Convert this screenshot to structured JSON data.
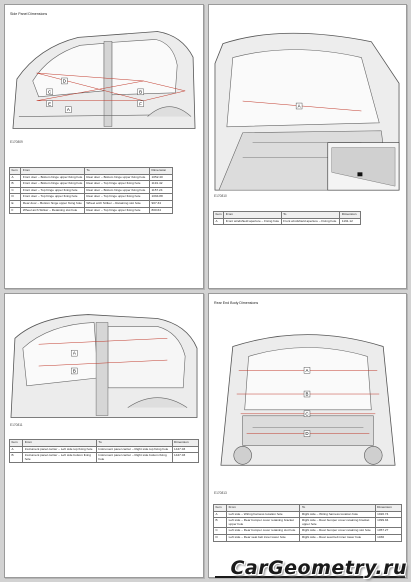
{
  "pages": [
    {
      "title": "Side Panel Dimensions",
      "figure_id": "E170809",
      "callouts": [
        "D",
        "C",
        "E",
        "A",
        "B",
        "F"
      ],
      "headers": [
        "Item",
        "From",
        "To",
        "Dimension"
      ],
      "rows": [
        [
          "A",
          "Front door – Bottom hinge upper fixing hole",
          "Rear door – Bottom hinge upper fixing hole",
          "1052.40"
        ],
        [
          "B",
          "Front door – Bottom hinge upper fixing hole",
          "Rear door – Top hinge upper fixing hole",
          "1191.42"
        ],
        [
          "C",
          "Front door – Top hinge upper fixing hole",
          "Rear door – Bottom hinge upper fixing hole",
          "1157.24"
        ],
        [
          "D",
          "Front door – Top hinge upper fixing hole",
          "Rear door – Top hinge upper fixing hole",
          "1094.88"
        ],
        [
          "E",
          "Rear door – Bottom hinge upper fixing hole",
          "Wheel arch Striker – Retaining slot hole",
          "907.34"
        ],
        [
          "F",
          "Wheel arch Striker – Retaining slot hole",
          "Rear door – Top hinge upper fixing hole",
          "800.64"
        ]
      ]
    },
    {
      "title": "",
      "figure_id": "E170810",
      "callouts": [
        "A"
      ],
      "headers": [
        "Item",
        "From",
        "To",
        "Dimension"
      ],
      "rows": [
        [
          "A",
          "Front windshield aperture – Fixing hole",
          "Front windshield aperture – Fixing hole",
          "1191.12"
        ]
      ]
    },
    {
      "title": "",
      "figure_id": "E170811",
      "callouts": [
        "A",
        "B"
      ],
      "headers": [
        "Item",
        "From",
        "To",
        "Dimension"
      ],
      "rows": [
        [
          "A",
          "Instrument panel carrier – Left side top fixing hole",
          "Instrument panel carrier – Right side top fixing hole",
          "1447.03"
        ],
        [
          "B",
          "Instrument panel carrier – Left side bottom fixing hole",
          "Instrument panel carrier – Right side bottom fixing hole",
          "1447.03"
        ]
      ]
    },
    {
      "title": "Rear End Body Dimensions",
      "figure_id": "E170813",
      "callouts": [
        "A",
        "B",
        "C",
        "D"
      ],
      "headers": [
        "Item",
        "From",
        "To",
        "Dimension"
      ],
      "rows": [
        [
          "A",
          "Left side – Wiring harness location hole",
          "Right side – Wiring harness location hole",
          "1020.74"
        ],
        [
          "B",
          "Left side – Rear bumper cover retaining bracket upper hole",
          "Right side – Rear bumper cover retaining bracket upper hole",
          "1099.94"
        ],
        [
          "C",
          "Left side – Rear bumper cover retaining slot hole",
          "Right side – Rear bumper cover retaining slot hole",
          "1057.27"
        ],
        [
          "D",
          "Left side – Rear seat belt inner lower hole",
          "Right side – Rear seat belt inner lower hole",
          "1036"
        ]
      ]
    }
  ],
  "watermark": "CarGeometry.ru"
}
